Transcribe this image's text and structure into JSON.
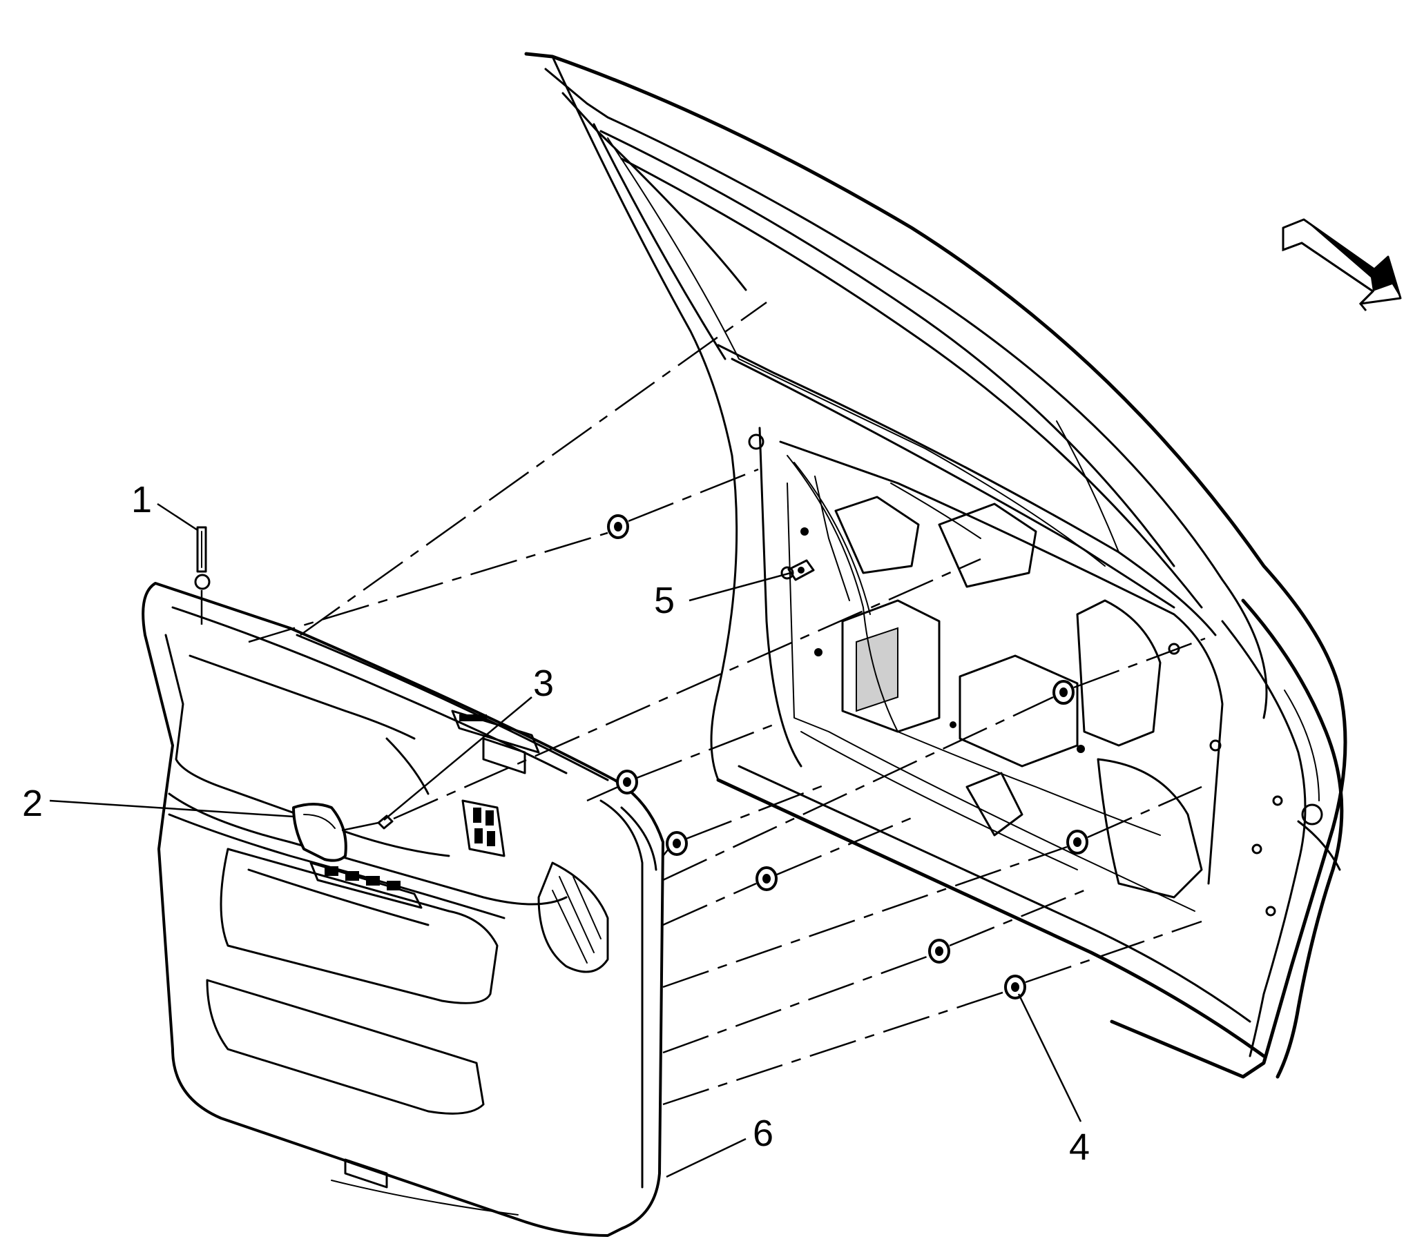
{
  "callouts": [
    {
      "id": "1",
      "label": "1"
    },
    {
      "id": "2",
      "label": "2"
    },
    {
      "id": "3",
      "label": "3"
    },
    {
      "id": "4",
      "label": "4"
    },
    {
      "id": "5",
      "label": "5"
    },
    {
      "id": "6",
      "label": "6"
    }
  ],
  "icons": {
    "direction_arrow": "forward-direction-arrow-icon"
  }
}
